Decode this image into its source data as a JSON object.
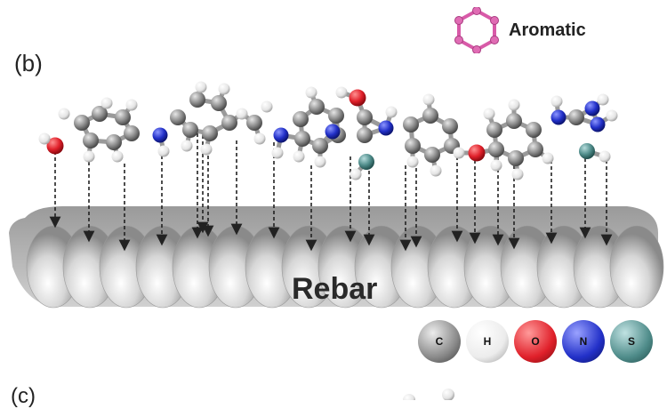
{
  "panel_label": "(b)",
  "next_panel_label": "(c)",
  "aromatic_legend": {
    "label": "Aromatic",
    "color": "#d85aa8"
  },
  "rebar_label": "Rebar",
  "atom_legend": [
    {
      "symbol": "C",
      "color": "#8a8a8a",
      "label_color": "#111111"
    },
    {
      "symbol": "H",
      "color": "#f2f2f2",
      "label_color": "#111111"
    },
    {
      "symbol": "O",
      "color": "#e0202a",
      "label_color": "#111111"
    },
    {
      "symbol": "N",
      "color": "#2230c8",
      "label_color": "#111111"
    },
    {
      "symbol": "S",
      "color": "#4f8c8a",
      "label_color": "#111111"
    }
  ],
  "colors": {
    "carbon": "#8c8c8c",
    "hydrogen": "#f4f4f4",
    "oxygen": "#e0202a",
    "nitrogen": "#2230c8",
    "sulfur": "#4f8c8a",
    "arrow": "#222222",
    "rebar": "#bdbdbd"
  }
}
